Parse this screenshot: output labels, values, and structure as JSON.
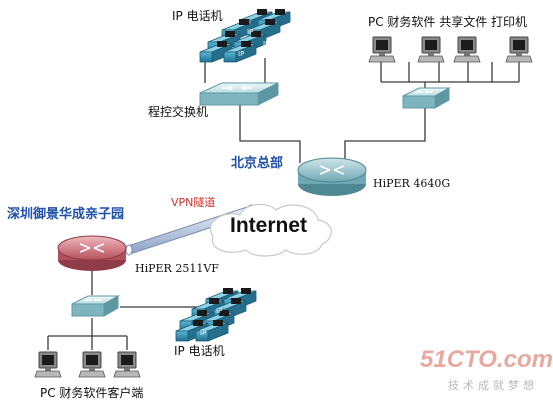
{
  "labels": {
    "ip_phone_top": "IP 电话机",
    "pc_group_top": "PC  财务软件 共享文件  打印机",
    "pbx": "程控交换机",
    "beijing_hq": "北京总部",
    "beijing_router_model": "HiPER 4640G",
    "shenzhen_site": "深圳御景华成亲子园",
    "vpn_tunnel": "VPN隧道",
    "internet": "Internet",
    "shenzhen_router_model": "HiPER 2511VF",
    "ip_phone_bottom": "IP 电话机",
    "pc_group_bottom": "PC 财务软件客户端"
  },
  "watermark": {
    "brand": "51CTO.com",
    "slogan": "技术成就梦想"
  },
  "phone_badge": "IP",
  "colors": {
    "link": "#3a3a3a",
    "switch_top": "#d6eef0",
    "switch_side": "#6aa9b3",
    "router_beijing": "#8fc1cb",
    "router_shenzhen": "#d47a85",
    "phone": "#2c87a8",
    "tunnel": "#c8d6ea"
  },
  "icons": [
    "ip-phone-icon",
    "switch-icon",
    "router-icon",
    "pc-icon",
    "cloud-icon"
  ]
}
